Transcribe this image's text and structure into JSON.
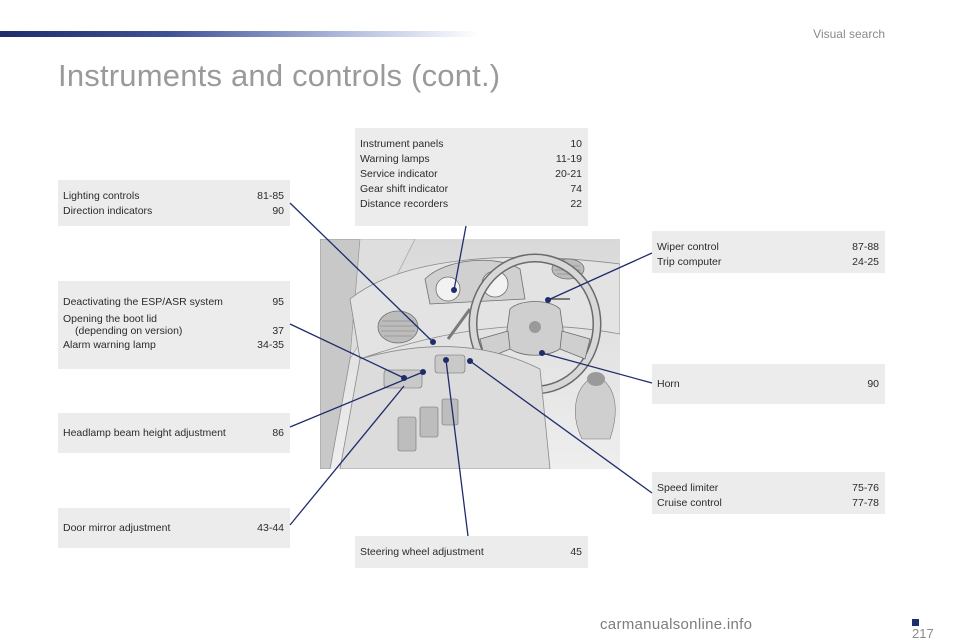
{
  "header": {
    "section_label": "Visual search",
    "title": "Instruments and controls (cont.)"
  },
  "boxes": {
    "instrument_panel": [
      {
        "label": "Instrument panels",
        "page": "10"
      },
      {
        "label": "Warning lamps",
        "page": "11-19"
      },
      {
        "label": "Service indicator",
        "page": "20-21"
      },
      {
        "label": "Gear shift indicator",
        "page": "74"
      },
      {
        "label": "Distance recorders",
        "page": "22"
      }
    ],
    "lighting": [
      {
        "label": "Lighting controls",
        "page": "81-85"
      },
      {
        "label": "Direction indicators",
        "page": "90"
      }
    ],
    "esp": {
      "deactivate": {
        "label": "Deactivating the ESP/ASR system",
        "page": "95"
      },
      "boot_line1": {
        "label": "Opening the boot lid"
      },
      "boot_line2": {
        "label": "(depending on version)",
        "page": "37"
      },
      "alarm": {
        "label": "Alarm warning lamp",
        "page": "34-35"
      }
    },
    "headlamp": [
      {
        "label": "Headlamp beam height adjustment",
        "page": "86"
      }
    ],
    "door_mirror": [
      {
        "label": "Door mirror adjustment",
        "page": "43-44"
      }
    ],
    "steering": [
      {
        "label": "Steering wheel adjustment",
        "page": "45"
      }
    ],
    "wiper": [
      {
        "label": "Wiper control",
        "page": "87-88"
      },
      {
        "label": "Trip computer",
        "page": "24-25"
      }
    ],
    "horn": [
      {
        "label": "Horn",
        "page": "90"
      }
    ],
    "speed": [
      {
        "label": "Speed limiter",
        "page": "75-76"
      },
      {
        "label": "Cruise control",
        "page": "77-78"
      }
    ]
  },
  "footer": {
    "page_number": "217",
    "watermark": "carmanualsonline.info"
  },
  "colors": {
    "accent": "#1f2d6b",
    "box_background": "#ececec",
    "title": "#9a9a9a"
  }
}
